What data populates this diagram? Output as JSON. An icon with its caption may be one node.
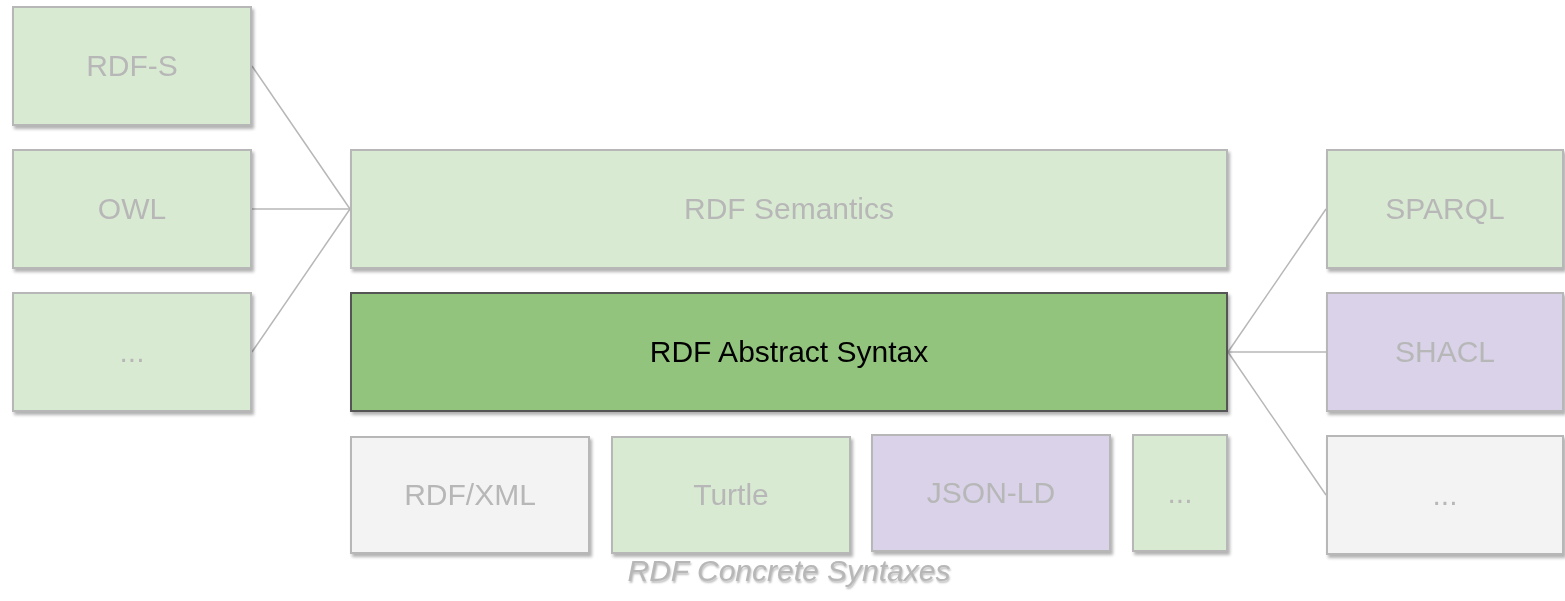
{
  "diagram": {
    "nodes": [
      {
        "text": [
          "RDF-S"
        ]
      },
      {
        "text": [
          "OWL"
        ]
      },
      {
        "text": [
          "..."
        ]
      },
      {
        "text": [
          "RDF Semantics"
        ]
      },
      {
        "text": [
          "RDF Abstract Syntax"
        ]
      },
      {
        "text": [
          "SPARQL"
        ]
      },
      {
        "text": [
          "SHACL"
        ]
      },
      {
        "text": [
          "..."
        ]
      },
      {
        "text": [
          "RDF/XML"
        ]
      },
      {
        "text": [
          "Turtle"
        ]
      },
      {
        "text": [
          "JSON-LD"
        ]
      },
      {
        "text": [
          "..."
        ]
      }
    ],
    "edges": [
      {
        "from": 0,
        "to": 3,
        "arrow": "none"
      },
      {
        "from": 1,
        "to": 3,
        "arrow": "none"
      },
      {
        "from": 2,
        "to": 3,
        "arrow": "none"
      },
      {
        "from": 4,
        "to": 5,
        "arrow": "none"
      },
      {
        "from": 4,
        "to": 6,
        "arrow": "none"
      },
      {
        "from": 4,
        "to": 7,
        "arrow": "none"
      }
    ],
    "labels": [
      "RDF Concrete Syntaxes"
    ]
  }
}
